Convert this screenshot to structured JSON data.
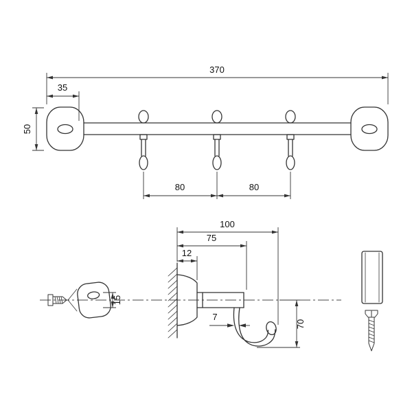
{
  "style": {
    "background": "#ffffff",
    "line_color": "#333333",
    "text_color": "#111111"
  },
  "front_view": {
    "total_width": "370",
    "end_offset": "35",
    "plate_height": "50",
    "spacing_a": "80",
    "spacing_b": "80"
  },
  "side_view": {
    "total_depth": "100",
    "arm_length": "75",
    "plate_offset": "12",
    "slot_height": "15",
    "wire_diameter": "7",
    "hook_drop": "70"
  }
}
